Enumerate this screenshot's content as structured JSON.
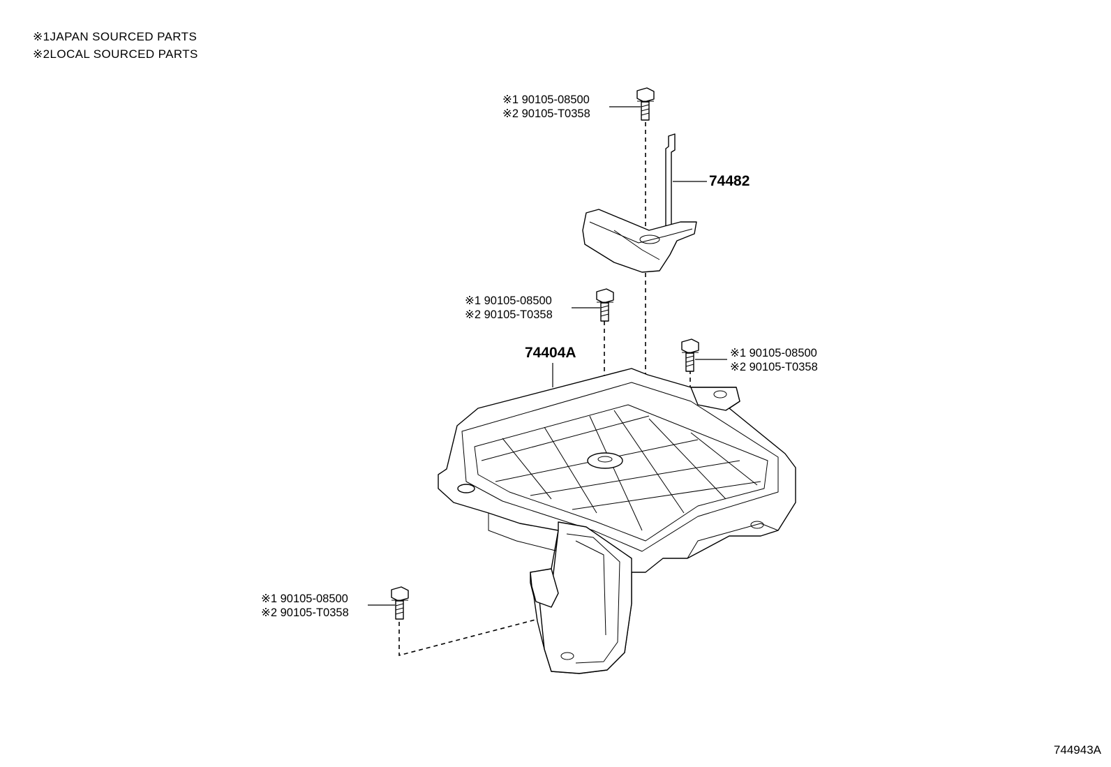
{
  "legend": [
    {
      "mark": "※1",
      "text": "JAPAN SOURCED PARTS"
    },
    {
      "mark": "※2",
      "text": "LOCAL SOURCED PARTS"
    }
  ],
  "callouts": [
    {
      "line1": "※1  90105-08500",
      "line2": "※2  90105-T0358"
    },
    {
      "line1": "※1  90105-08500",
      "line2": "※2  90105-T0358"
    },
    {
      "line1": "※1  90105-08500",
      "line2": "※2  90105-T0358"
    },
    {
      "line1": "※1  90105-08500",
      "line2": "※2  90105-T0358"
    }
  ],
  "parts": {
    "clamp": "74482",
    "tray": "74404A"
  },
  "diagram_id": "744943A"
}
